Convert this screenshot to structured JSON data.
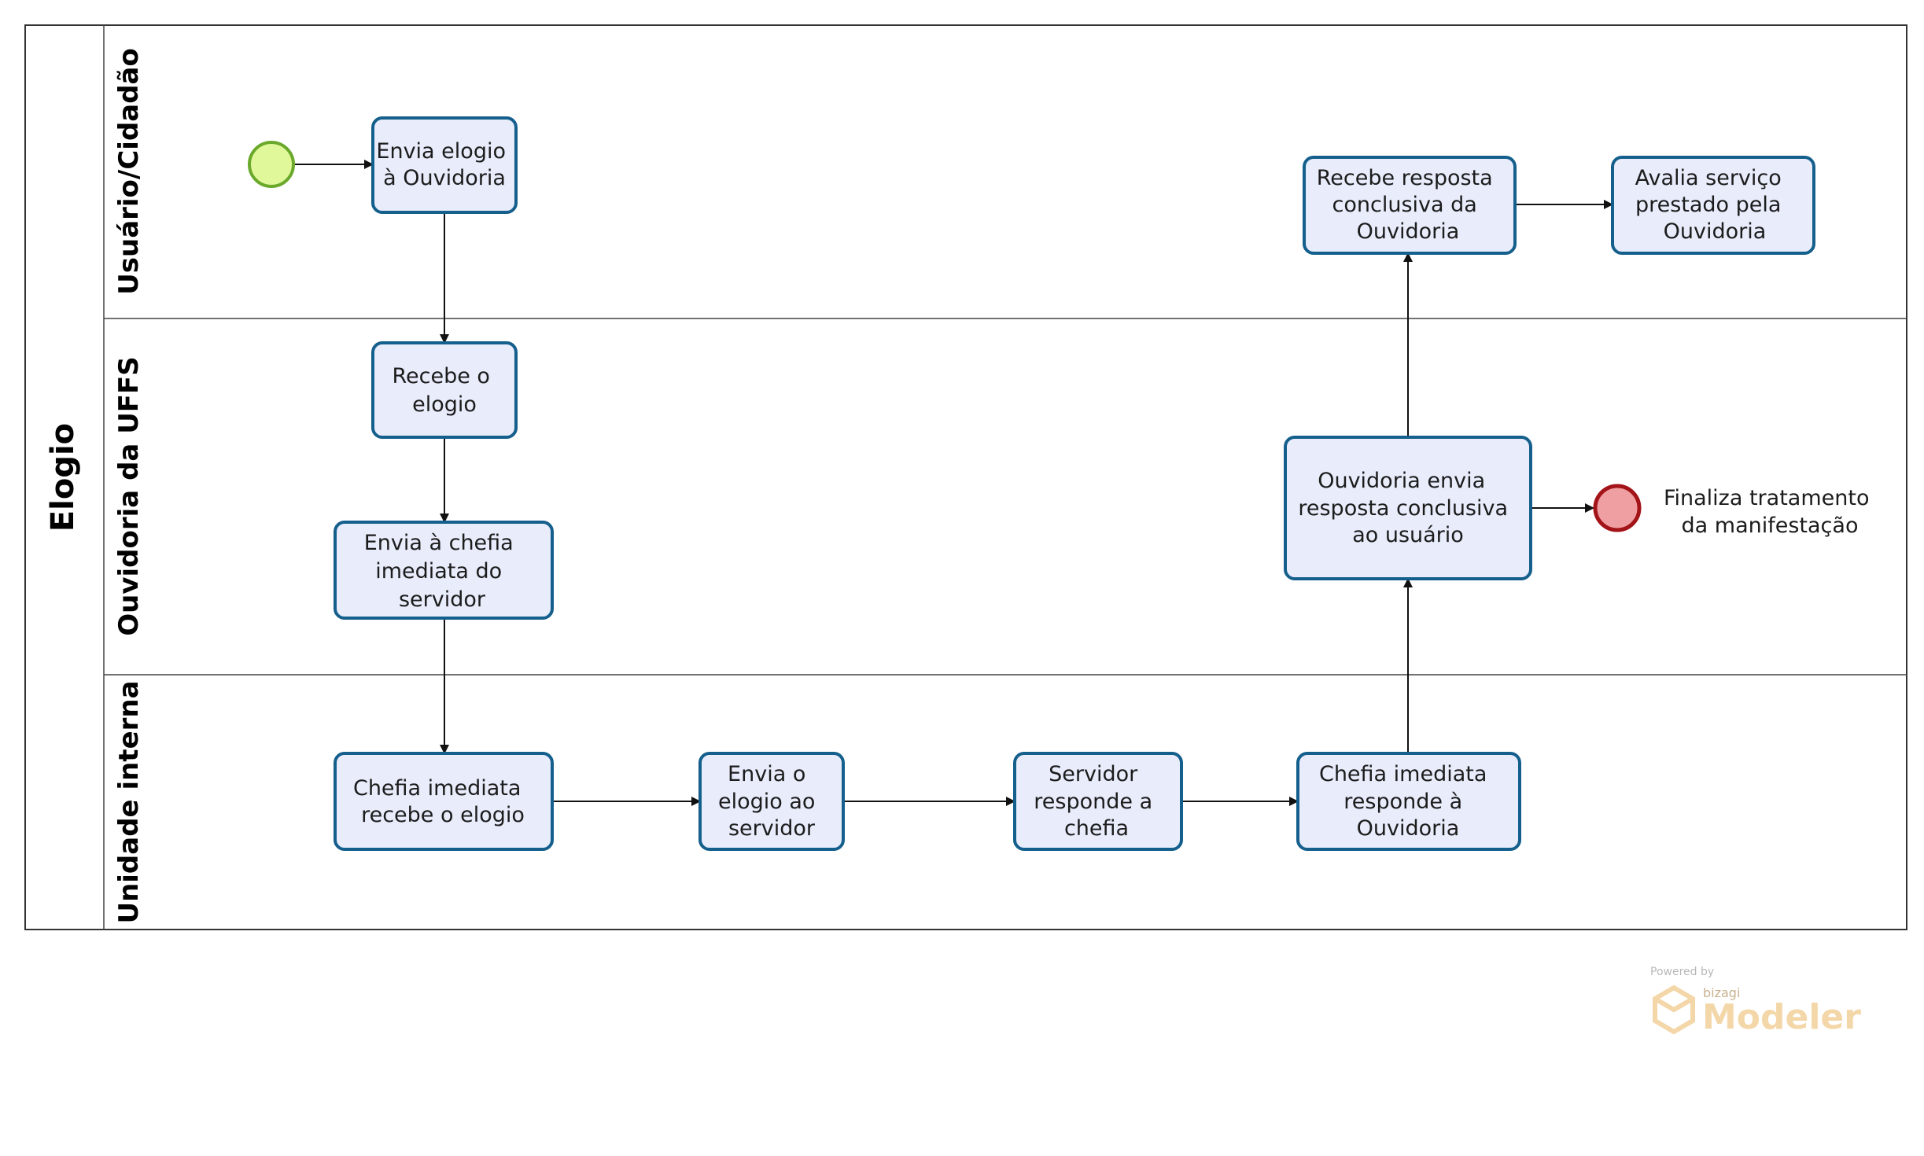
{
  "pool": {
    "title": "Elogio"
  },
  "lanes": [
    {
      "id": "user",
      "title": "Usuário/Cidadão"
    },
    {
      "id": "ouvidoria",
      "title": "Ouvidoria da UFFS"
    },
    {
      "id": "unidade",
      "title": "Unidade interna"
    }
  ],
  "tasks": [
    {
      "id": "t1",
      "lines": [
        "Envia elogio",
        "à Ouvidoria"
      ]
    },
    {
      "id": "t2",
      "lines": [
        "Recebe o",
        "elogio"
      ]
    },
    {
      "id": "t3",
      "lines": [
        "Envia à chefia",
        "imediata do",
        "servidor"
      ]
    },
    {
      "id": "t4",
      "lines": [
        "Chefia imediata",
        "recebe o elogio"
      ]
    },
    {
      "id": "t5",
      "lines": [
        "Envia o",
        "elogio ao",
        "servidor"
      ]
    },
    {
      "id": "t6",
      "lines": [
        "Servidor",
        "responde a",
        "chefia"
      ]
    },
    {
      "id": "t7",
      "lines": [
        "Chefia imediata",
        "responde à",
        "Ouvidoria"
      ]
    },
    {
      "id": "t8",
      "lines": [
        "Ouvidoria envia",
        "resposta conclusiva",
        "ao usuário"
      ]
    },
    {
      "id": "t9",
      "lines": [
        "Recebe resposta",
        "conclusiva da",
        "Ouvidoria"
      ]
    },
    {
      "id": "t10",
      "lines": [
        "Avalia serviço",
        "prestado pela",
        "Ouvidoria"
      ]
    }
  ],
  "events": [
    {
      "id": "start",
      "type": "start",
      "lines": []
    },
    {
      "id": "end",
      "type": "end",
      "lines": [
        "Finaliza tratamento",
        "da manifestação"
      ]
    }
  ],
  "flows": [
    {
      "from": "start",
      "to": "t1"
    },
    {
      "from": "t1",
      "to": "t2"
    },
    {
      "from": "t2",
      "to": "t3"
    },
    {
      "from": "t3",
      "to": "t4"
    },
    {
      "from": "t4",
      "to": "t5"
    },
    {
      "from": "t5",
      "to": "t6"
    },
    {
      "from": "t6",
      "to": "t7"
    },
    {
      "from": "t7",
      "to": "t8"
    },
    {
      "from": "t8",
      "to": "end"
    },
    {
      "from": "t8",
      "to": "t9"
    },
    {
      "from": "t9",
      "to": "t10"
    }
  ],
  "watermark": {
    "powered": "Powered by",
    "brand": "bizagi",
    "product": "Modeler"
  }
}
